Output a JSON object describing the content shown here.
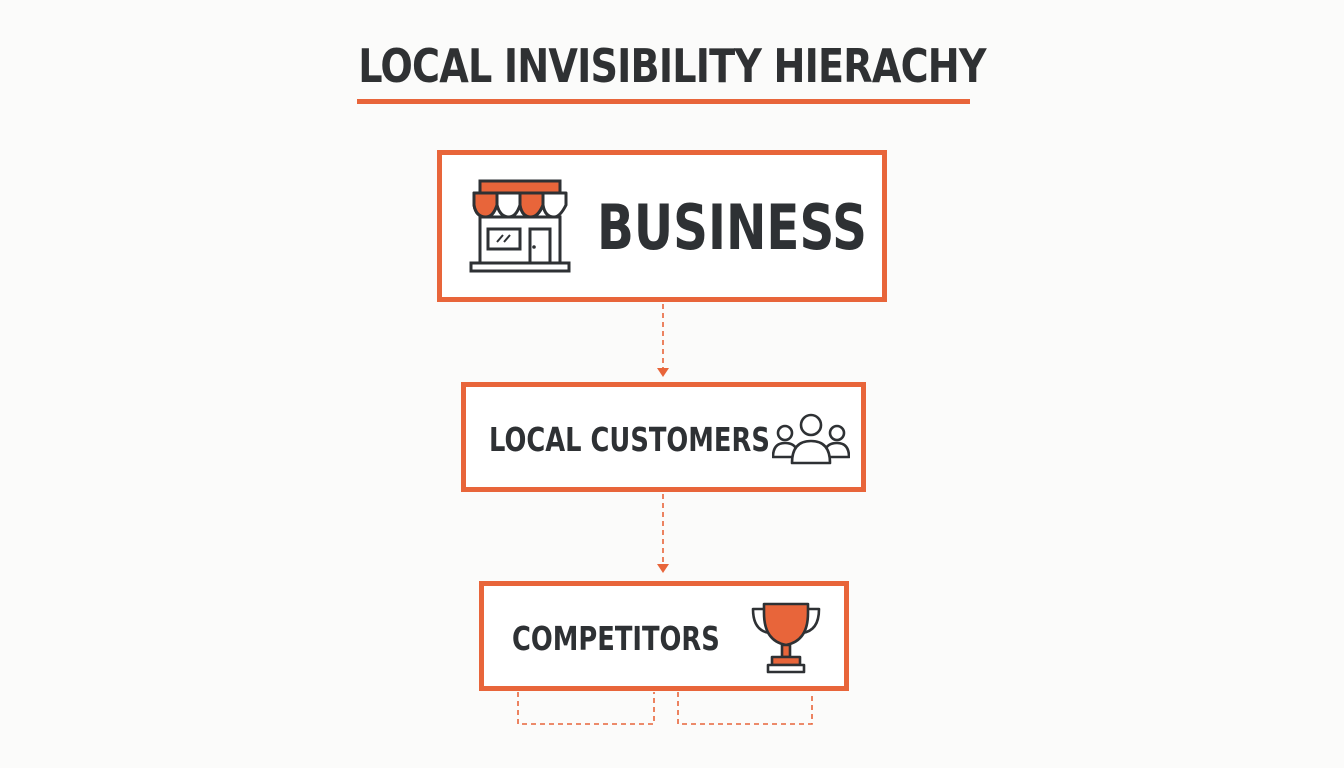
{
  "title": "LOCAL INVISIBILITY HIERACHY",
  "nodes": {
    "business": {
      "label": "BUSINESS",
      "icon": "storefront-icon"
    },
    "customers": {
      "label": "LOCAL CUSTOMERS",
      "icon": "people-group-icon"
    },
    "competitors": {
      "label": "COMPETITORS",
      "icon": "trophy-icon"
    }
  },
  "colors": {
    "accent": "#e8653a",
    "text": "#2e3134",
    "background": "#fbfbfa"
  }
}
